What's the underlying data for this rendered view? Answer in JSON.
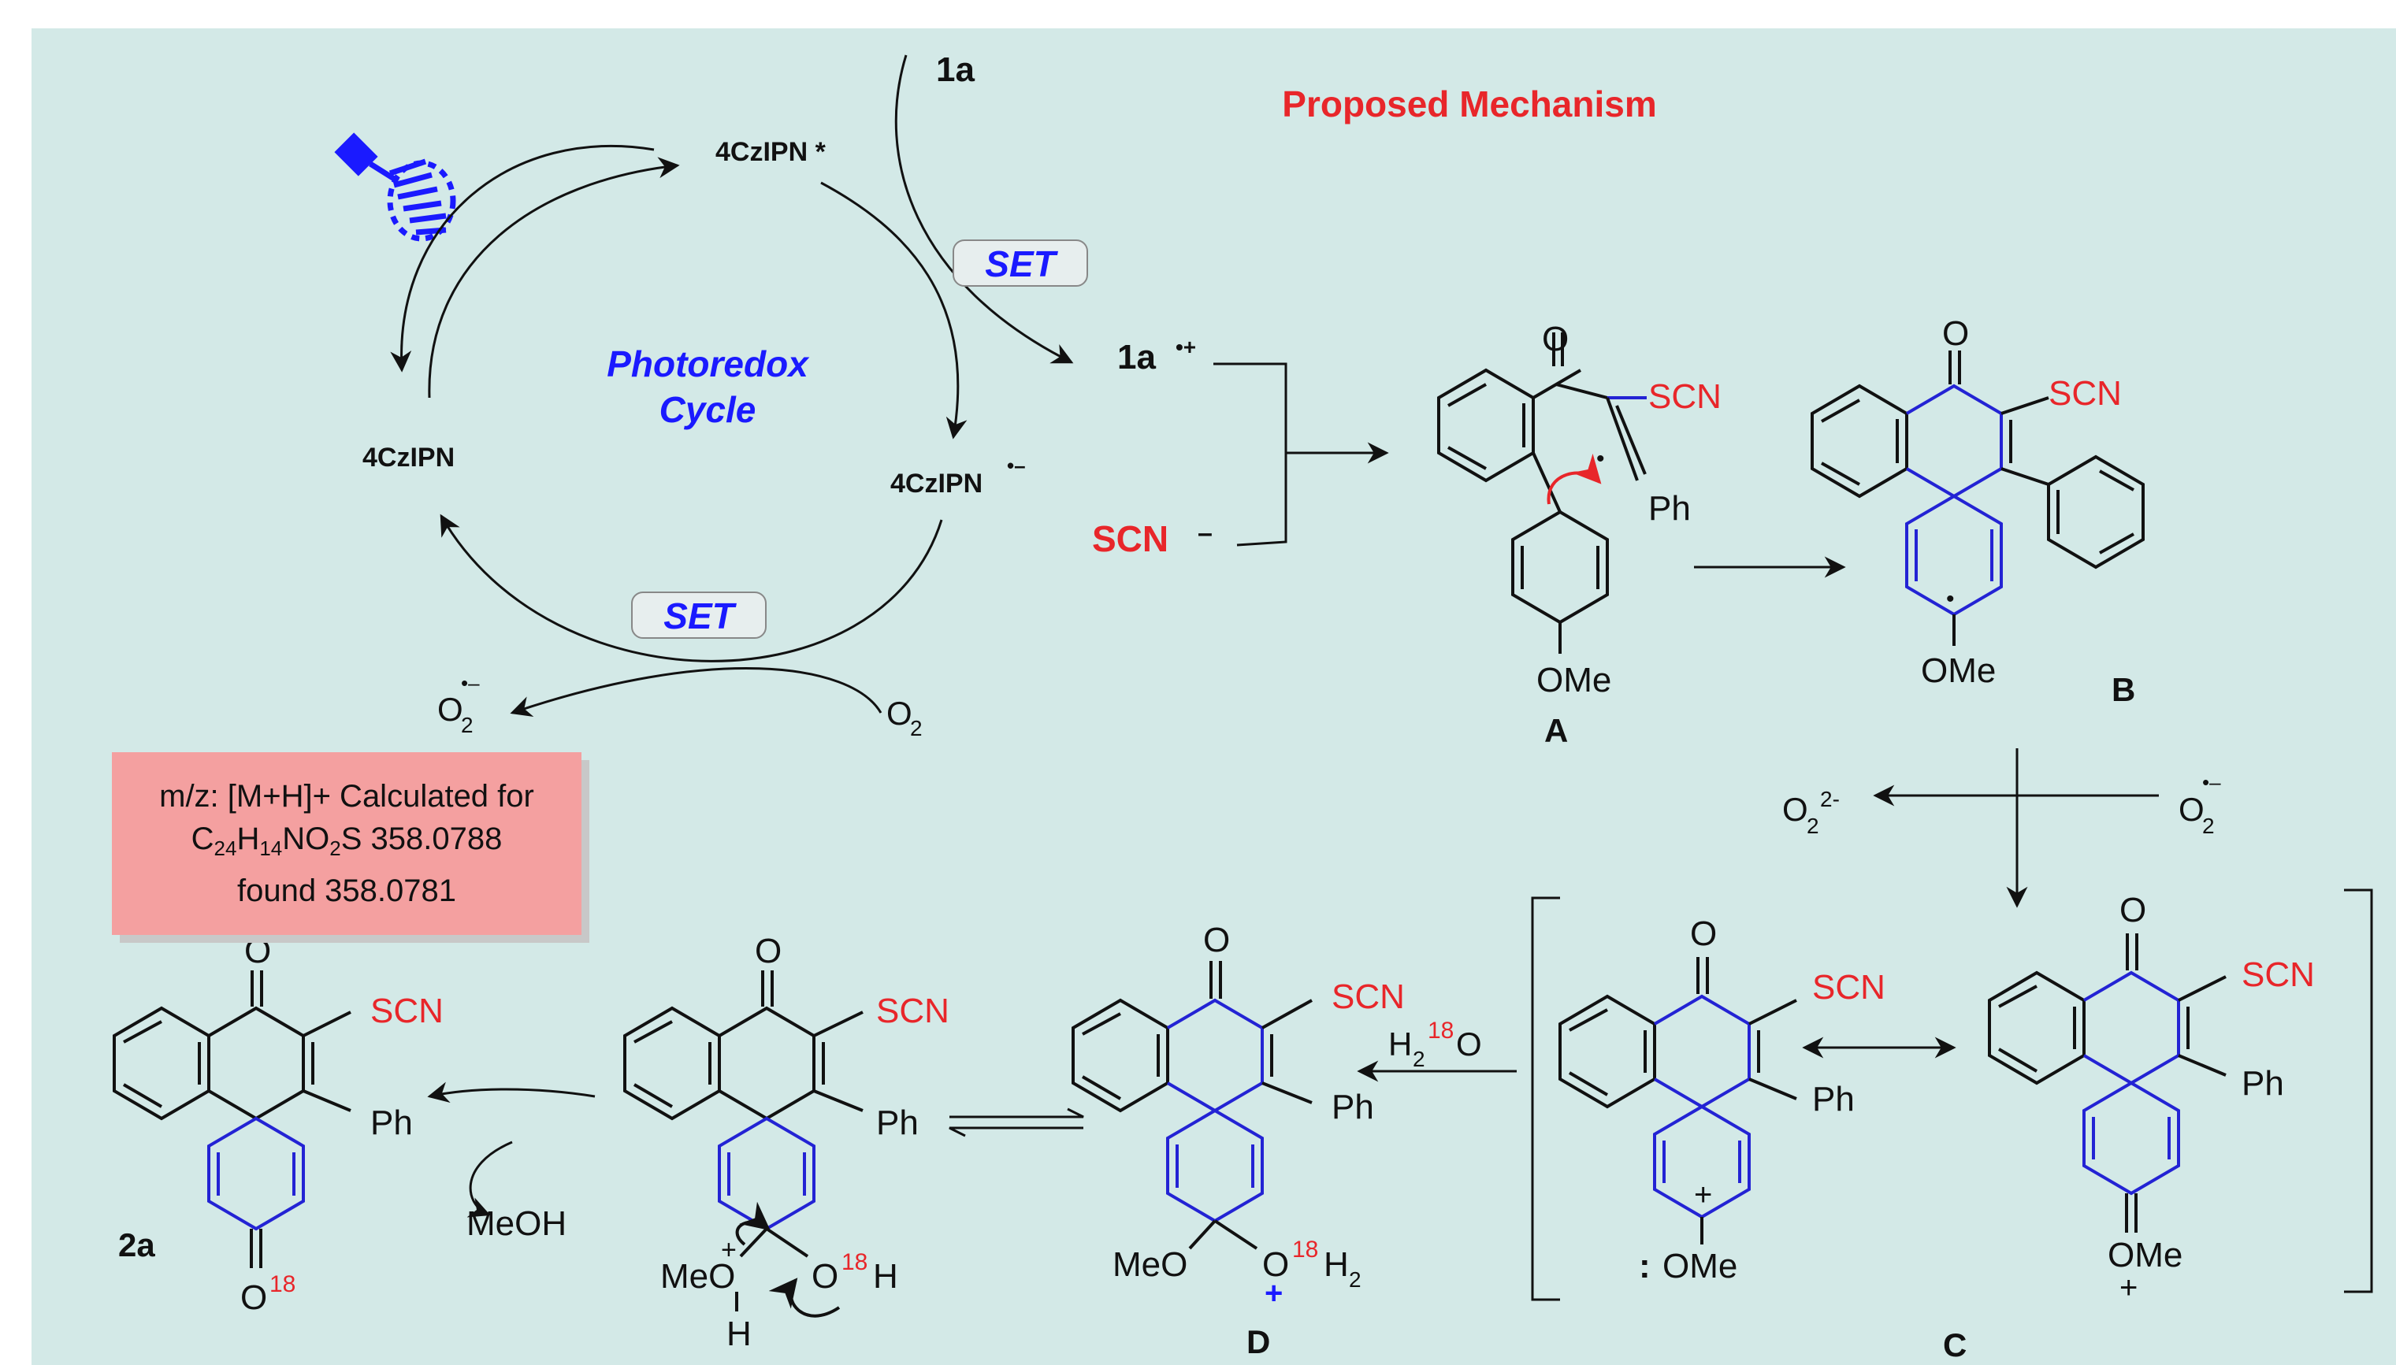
{
  "title": "Proposed Mechanism",
  "cycle": {
    "name_line1": "Photoredox",
    "name_line2": "Cycle",
    "excited": "4CzIPN *",
    "ground": "4CzIPN",
    "reduced": "4CzIPN",
    "reduced_charge": "•–",
    "set_top": "SET",
    "set_bottom": "SET",
    "reactant": "1a",
    "radical_cation": "1a",
    "radical_cation_charge": "•+",
    "thiocyanate": "SCN",
    "thiocyanate_charge": "–",
    "oxygen": "O",
    "oxygen_sub": "2",
    "superoxide": "O",
    "superoxide_sub": "2",
    "superoxide_charge": "•–"
  },
  "hrms": {
    "line1": "m/z: [M+H]+ Calculated for",
    "formula_C": "C",
    "formula_C_n": "24",
    "formula_H": "H",
    "formula_H_n": "14",
    "formula_NO": "NO",
    "formula_O_n": "2",
    "formula_S": "S",
    "calc_value": "358.0788",
    "line3": "found 358.0781"
  },
  "intermediates": {
    "A": "A",
    "B": "B",
    "C": "C",
    "D": "D",
    "product": "2a"
  },
  "groups": {
    "carbonyl_O": "O",
    "scn": "SCN",
    "ph": "Ph",
    "ome": "OMe",
    "meo": "MeO",
    "meoh": "MeOH",
    "h": "H",
    "o": "O",
    "o18": "18",
    "h2": "H",
    "h2_sub": "2",
    "h2o_H": "H",
    "h2o_sub": "2",
    "h2o_iso": "18",
    "h2o_O": "O",
    "plus": "+",
    "lone_pair": ":",
    "radical_dot": "•",
    "o2_2minus": "2-"
  },
  "colors": {
    "background": "#d3e9e7",
    "title_red": "#e8262a",
    "set_blue": "#1a1aff",
    "ring_blue": "#2323d4",
    "scn_red": "#e8262a",
    "hrms_box": "#f4a0a0",
    "bond_black": "#111111"
  }
}
